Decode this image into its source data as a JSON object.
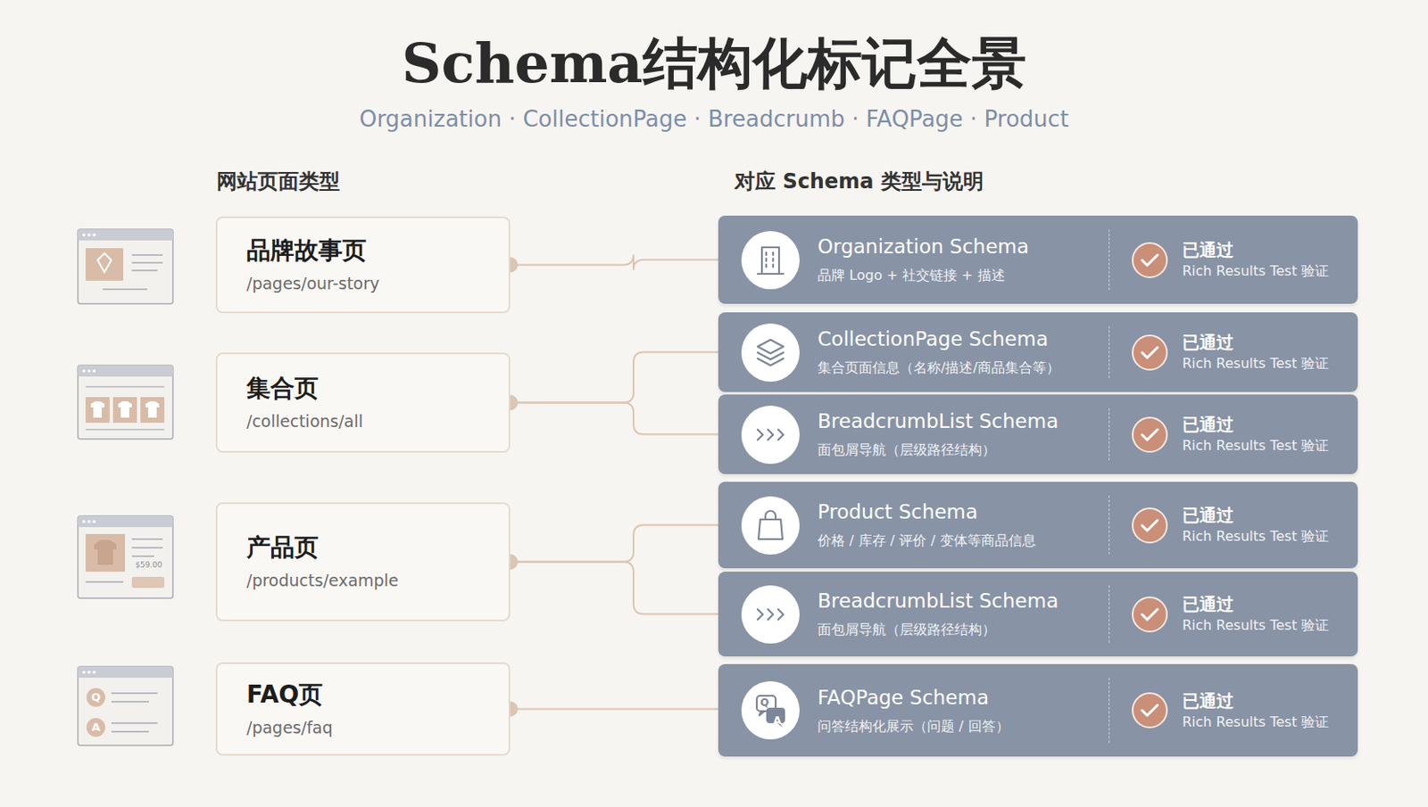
{
  "diagram": {
    "title": "Schema结构化标记全景",
    "nodes": [
      {
        "text": [
          "品牌故事页",
          "/pages/our-story"
        ]
      },
      {
        "text": [
          "集合页",
          "/collections/all"
        ]
      },
      {
        "text": [
          "产品页",
          "/products/example"
        ]
      },
      {
        "text": [
          "FAQ页",
          "/pages/faq"
        ]
      },
      {
        "text": [
          "Organization Schema",
          "品牌 Logo + 社交链接 + 描述",
          "已通过",
          "Rich Results Test 验证"
        ]
      },
      {
        "text": [
          "CollectionPage Schema",
          "集合页面信息（名称/描述/商品集合等）",
          "已通过",
          "Rich Results Test 验证"
        ]
      },
      {
        "text": [
          "BreadcrumbList Schema",
          "面包屑导航（层级路径结构）",
          "已通过",
          "Rich Results Test 验证"
        ]
      },
      {
        "text": [
          "Product Schema",
          "价格 / 库存 / 评价 / 变体等商品信息",
          "已通过",
          "Rich Results Test 验证"
        ]
      },
      {
        "text": [
          "BreadcrumbList Schema",
          "面包屑导航（层级路径结构）",
          "已通过",
          "Rich Results Test 验证"
        ]
      },
      {
        "text": [
          "FAQPage Schema",
          "问答结构化展示（问题 / 回答）",
          "已通过",
          "Rich Results Test 验证"
        ]
      }
    ],
    "edges": [
      {
        "from": 0,
        "to": 4,
        "arrow": "none"
      },
      {
        "from": 1,
        "to": 5,
        "arrow": "none"
      },
      {
        "from": 1,
        "to": 6,
        "arrow": "none"
      },
      {
        "from": 2,
        "to": 7,
        "arrow": "none"
      },
      {
        "from": 2,
        "to": 8,
        "arrow": "none"
      },
      {
        "from": 3,
        "to": 9,
        "arrow": "none"
      }
    ],
    "labels": [
      "Organization · CollectionPage · Breadcrumb · FAQPage · Product",
      "网站页面类型",
      "对应 Schema 类型与说明",
      "$59.00",
      "Q",
      "A",
      "Q",
      "A"
    ]
  }
}
